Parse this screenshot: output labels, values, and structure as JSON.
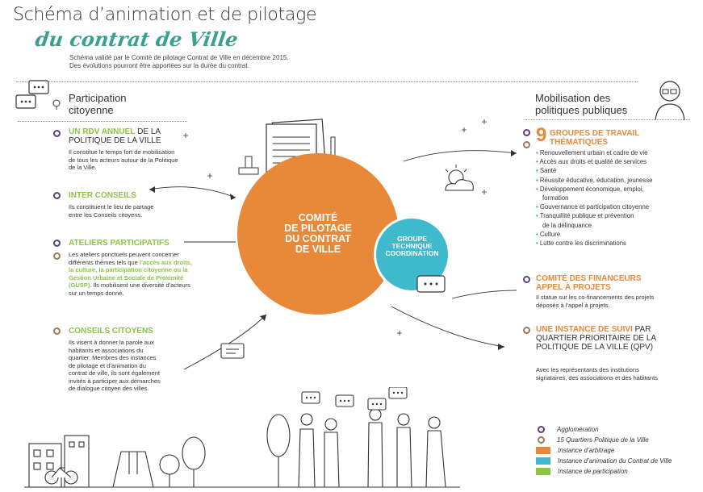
{
  "header": {
    "title": "Schéma d’animation et de pilotage",
    "subtitle": "du contrat de Ville",
    "note_line1": "Schéma validé par le Comité de pilotage Contrat de Ville en décembre 2015.",
    "note_line2": "Des évolutions pourront être apportées sur la durée du contrat."
  },
  "left": {
    "section_line1": "Participation",
    "section_line2": "citoyenne",
    "items": [
      {
        "title_hl": "UN RDV ANNUEL",
        "title_rest1": " DE LA",
        "title_rest2": "POLITIQUE DE LA VILLE",
        "body1": "Il constitue le temps fort de mobilisation",
        "body2": "de tous les acteurs autour de la Politique",
        "body3": "de la Ville."
      },
      {
        "title_hl": "INTER CONSEILS",
        "body1": "Ils constituent le lieu de partage",
        "body2": "entre les Conseils citoyens."
      },
      {
        "title_hl": "ATELIERS PARTICIPATIFS",
        "body1": "Les ateliers ponctuels peuvent concerner",
        "body2_a": "différents thèmes tels que ",
        "body2_hl": "l’accès aux droits,",
        "body3_hl": "la culture, la participation citoyenne ou la",
        "body4_hl": "Gestion Urbaine et Sociale de Proximité",
        "body5_hl": "(GUSP)",
        "body5_b": ". Ils mobilisent une diversité d’acteurs",
        "body6": "sur un temps donné."
      },
      {
        "title_hl": "CONSEILS CITOYENS",
        "body": [
          "Ils visent à donner la parole aux",
          "habitants et associations du",
          "quartier. Membres des instances",
          "de pilotage et d’animation du",
          "contrat de ville, ils sont également",
          "invités à participer aux démarches",
          "de dialogue citoyen des villes."
        ]
      }
    ]
  },
  "center": {
    "comite": [
      "COMITÉ",
      "DE PILOTAGE",
      "DU CONTRAT",
      "DE VILLE"
    ],
    "groupe": [
      "GROUPE",
      "TECHNIQUE",
      "COORDINATION"
    ]
  },
  "right": {
    "section_line1": "Mobilisation des",
    "section_line2": "politiques publiques",
    "groups_number": "9",
    "groups_title1": "GROUPES DE TRAVAIL",
    "groups_title2": "THÉMATIQUES",
    "groups": [
      "Renouvellement urbain et cadre de vie",
      "Accès aux droits et qualité de services",
      "Santé",
      "Réussite éducative, éducation, jeunesse",
      "Développement économique, emploi,",
      "formation",
      "Gouvernance et participation citoyenne",
      "Tranquillité publique et prévention",
      "de la délinquance",
      "Culture",
      "Lutte contre les discriminations"
    ],
    "financeurs_title1": "COMITÉ DES FINANCEURS",
    "financeurs_title2": "APPEL À PROJETS",
    "financeurs_body1": "Il statue sur les co-financements des projets",
    "financeurs_body2": "déposés à l’appel à projets.",
    "suivi_hl": "UNE INSTANCE DE SUIVI",
    "suivi_rest1": " PAR",
    "suivi_rest2": "QUARTIER PRIORITAIRE DE LA",
    "suivi_rest3": "POLITIQUE DE LA VILLE (QPV)",
    "suivi_body1": "Avec les représentants des institutions",
    "suivi_body2": "signataires, des associations et des habitants"
  },
  "legend": [
    {
      "label": "Agglomération",
      "kind": "pin",
      "color": "#5d3f7c"
    },
    {
      "label": "15 Quartiers Politique de la Ville",
      "kind": "pin",
      "color": "#9a7b5c"
    },
    {
      "label": "Instance d’arbitrage",
      "kind": "swatch",
      "color": "#e8893a"
    },
    {
      "label": "Instance d’animation du Contrat de Ville",
      "kind": "swatch",
      "color": "#3fb9cc"
    },
    {
      "label": "Instance de participation",
      "kind": "swatch",
      "color": "#8cc444"
    }
  ],
  "colors": {
    "orange": "#e8893a",
    "blue": "#3fb9cc",
    "green": "#8cc444",
    "teal": "#3aa08f",
    "purple": "#5d3f7c",
    "brown": "#9a7b5c"
  }
}
